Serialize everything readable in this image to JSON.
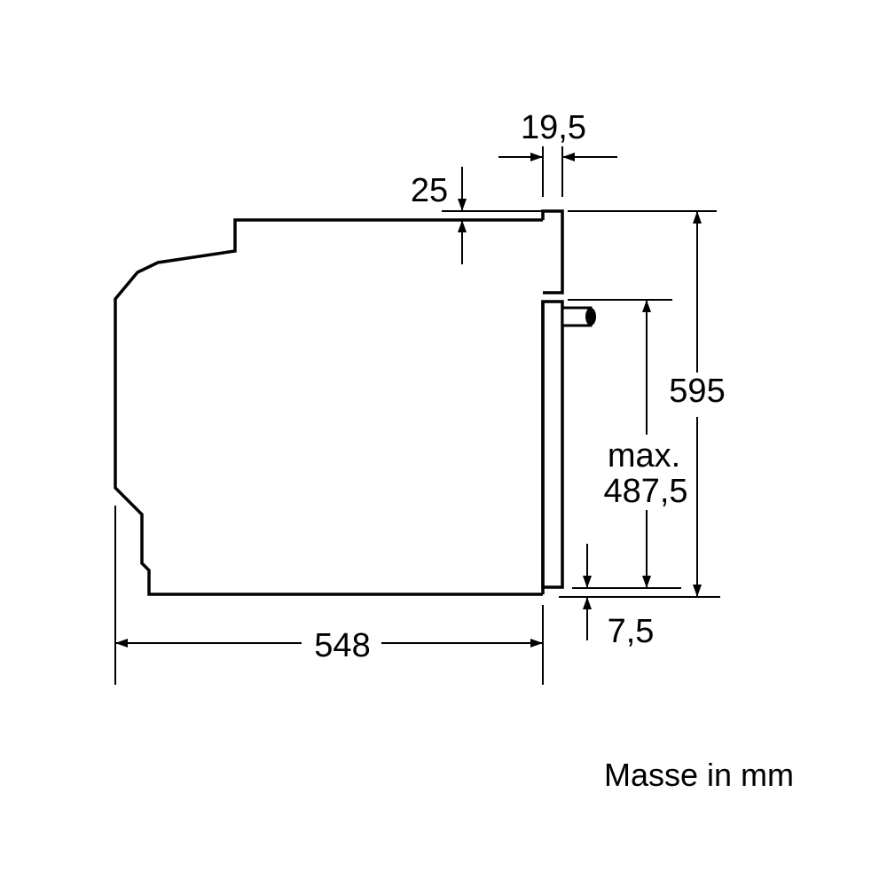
{
  "dimensions": {
    "trim_thickness": "19,5",
    "top_offset": "25",
    "total_height": "595",
    "max_prefix": "max.",
    "max_door_height": "487,5",
    "bottom_offset": "7,5",
    "depth": "548"
  },
  "note": "Masse in mm",
  "colors": {
    "line": "#000000",
    "background": "#ffffff"
  }
}
